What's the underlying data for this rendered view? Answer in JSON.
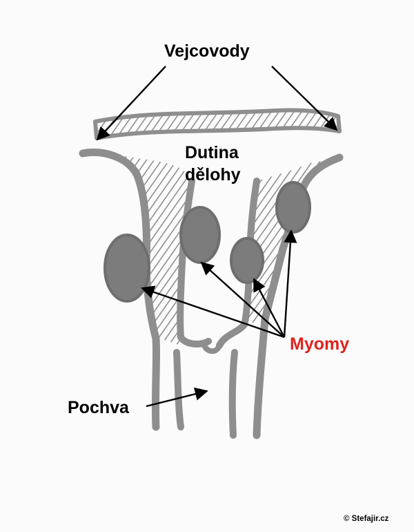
{
  "labels": {
    "fallopian_tubes": "Vejcovody",
    "uterine_cavity_line1": "Dutina",
    "uterine_cavity_line2": "dělohy",
    "fibroids": "Myomy",
    "vagina": "Pochva"
  },
  "copyright": "© Stefajir.cz",
  "colors": {
    "marker": "#8e8e8e",
    "fibroid_fill": "#7c7c7c",
    "hatch": "#8e8e8e",
    "arrow": "#000000",
    "fibroids_label": "#e0231f",
    "paper": "#fbfbfb"
  }
}
